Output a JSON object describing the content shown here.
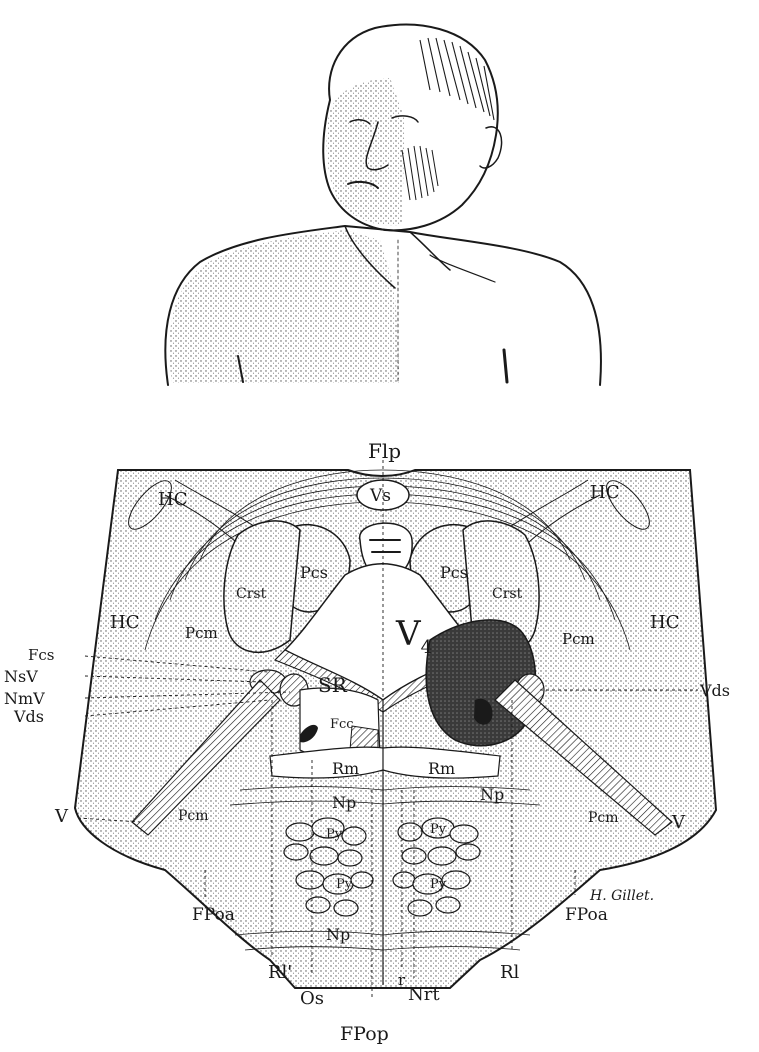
{
  "figure": {
    "signature": "H. Gillet.",
    "labels": {
      "flp": "Flp",
      "vs": "Vs",
      "hc_tl": "HC",
      "hc_tr": "HC",
      "hc_ml": "HC",
      "hc_mr": "HC",
      "pcs_l": "Pcs",
      "pcs_r": "Pcs",
      "crst_l": "Crst",
      "crst_r": "Crst",
      "v4": "V",
      "v4_sub": "4",
      "pcm_l": "Pcm",
      "pcm_r": "Pcm",
      "pcm_ll": "Pcm",
      "pcm_lr": "Pcm",
      "fcs": "Fcs",
      "nsv": "NsV",
      "nmv": "NmV",
      "vds_l": "Vds",
      "vds_r": "Vds",
      "sr": "SR",
      "fcc": "Fcc",
      "rm_l": "Rm",
      "rm_r": "Rm",
      "np_1": "Np",
      "np_2": "Np",
      "np_3": "Np",
      "v_l": "V",
      "v_r": "V",
      "py_1": "Py",
      "py_2": "Py",
      "py_3": "Py",
      "py_4": "Py",
      "fpoa_l": "FPoa",
      "fpoa_r": "FPoa",
      "rl_prime": "Rl'",
      "rl": "Rl",
      "os": "Os",
      "r": "r",
      "nrt": "Nrt",
      "fpop": "FPop"
    }
  }
}
